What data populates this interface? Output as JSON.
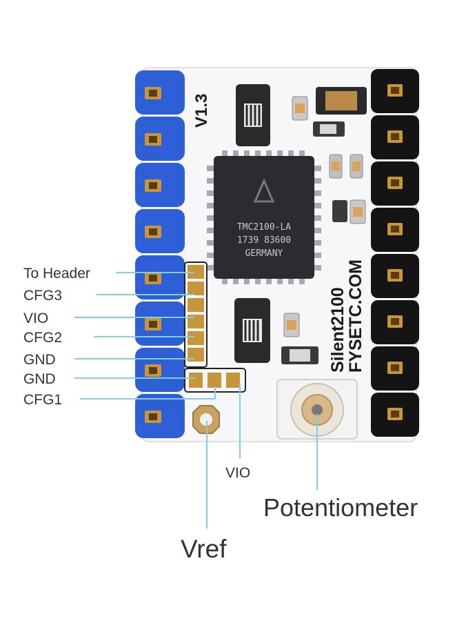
{
  "board": {
    "version": "V1.3",
    "model": "Silent2100",
    "brand": "FYSETC.COM",
    "chip": {
      "line1": "TMC2100-LA",
      "line2": "1739 83600",
      "line3": "GERMANY"
    }
  },
  "labels": {
    "to_header": "To Header",
    "cfg3": "CFG3",
    "vio_left": "VIO",
    "cfg2": "CFG2",
    "gnd1": "GND",
    "gnd2": "GND",
    "cfg1": "CFG1",
    "vio_bottom": "VIO",
    "potentiometer": "Potentiometer",
    "vref": "Vref"
  },
  "colors": {
    "leader_line": "#7fcfe6",
    "blue_header": "#2f5fd6",
    "black_header": "#141414",
    "pad_gold": "#c8963a",
    "chip": "#2b2b30"
  }
}
